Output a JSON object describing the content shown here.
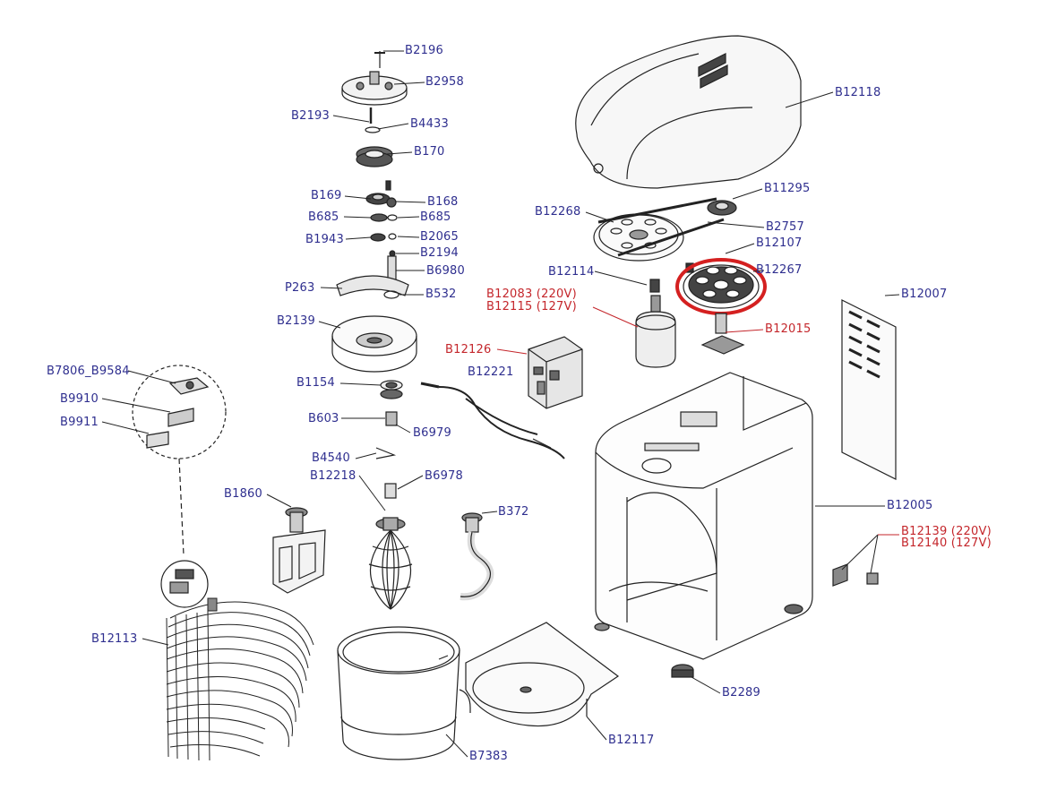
{
  "colors": {
    "label_blue": "#2f2f8f",
    "label_red": "#c4262b",
    "line": "#222222",
    "highlight_ring": "#d42020"
  },
  "labels": {
    "b2196": "B2196",
    "b2958": "B2958",
    "b2193": "B2193",
    "b4433": "B4433",
    "b170": "B170",
    "b169": "B169",
    "b168": "B168",
    "b685_left": "B685",
    "b685_right": "B685",
    "b1943": "B1943",
    "b2065": "B2065",
    "b2194": "B2194",
    "b6980": "B6980",
    "p263": "P263",
    "b532": "B532",
    "b2139": "B2139",
    "b1154": "B1154",
    "b603": "B603",
    "b6979": "B6979",
    "b4540": "B4540",
    "b12218": "B12218",
    "b6978": "B6978",
    "b1860": "B1860",
    "b372": "B372",
    "b7806_b9584": "B7806_B9584",
    "b9910": "B9910",
    "b9911": "B9911",
    "b12113": "B12113",
    "b7383": "B7383",
    "b12117": "B12117",
    "b2289": "B2289",
    "b12118": "B12118",
    "b11295": "B11295",
    "b12268": "B12268",
    "b2757": "B2757",
    "b12107": "B12107",
    "b12114": "B12114",
    "b12267": "B12267",
    "b12083": "B12083 (220V)",
    "b12115": "B12115 (127V)",
    "b12015": "B12015",
    "b12126": "B12126",
    "b12221": "B12221",
    "b12007": "B12007",
    "b12005": "B12005",
    "b12139": "B12139 (220V)",
    "b12140": "B12140 (127V)"
  }
}
